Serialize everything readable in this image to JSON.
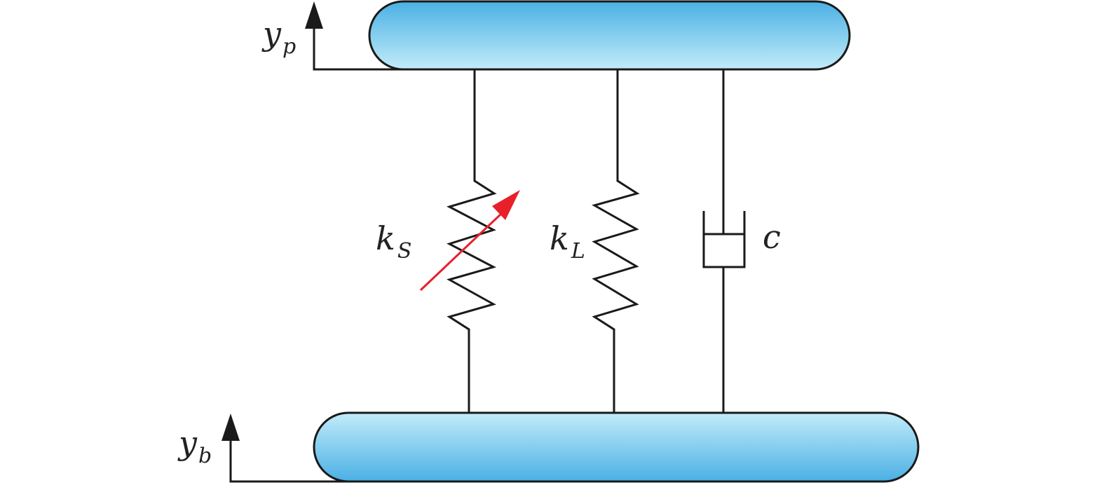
{
  "labels": {
    "platform_disp": {
      "main": "y",
      "sub": "p"
    },
    "base_disp": {
      "main": "y",
      "sub": "b"
    },
    "variable_spring": {
      "main": "k",
      "sub": "S"
    },
    "linear_spring": {
      "main": "k",
      "sub": "L"
    },
    "damper": {
      "main": "c"
    }
  },
  "colors": {
    "plate_top": "#4ab0e4",
    "plate_bottom": "#c2ecf9",
    "outline": "#1a1a1a",
    "variable_arrow": "#e8202a"
  }
}
